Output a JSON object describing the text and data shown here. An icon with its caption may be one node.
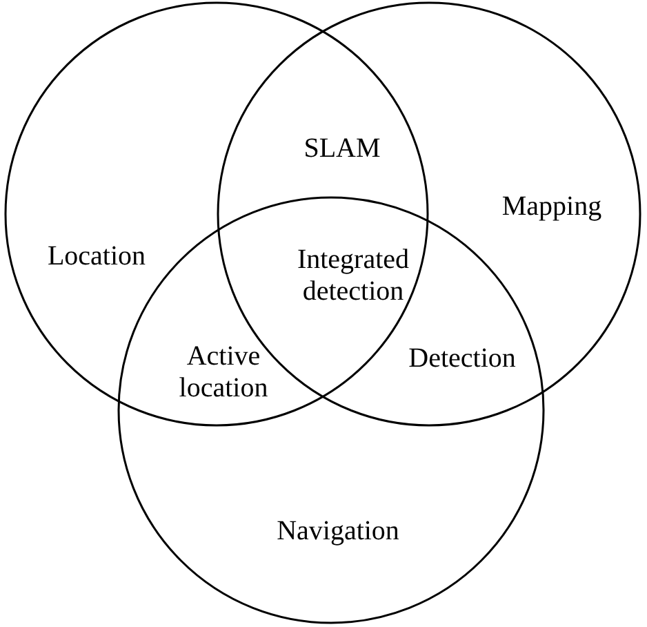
{
  "diagram": {
    "nodes": [
      {
        "text": [
          "Location"
        ]
      },
      {
        "text": [
          "Mapping"
        ]
      },
      {
        "text": [
          "Navigation"
        ]
      }
    ],
    "labels": [
      "SLAM",
      "Integrated detection",
      "Active location",
      "Detection"
    ]
  }
}
